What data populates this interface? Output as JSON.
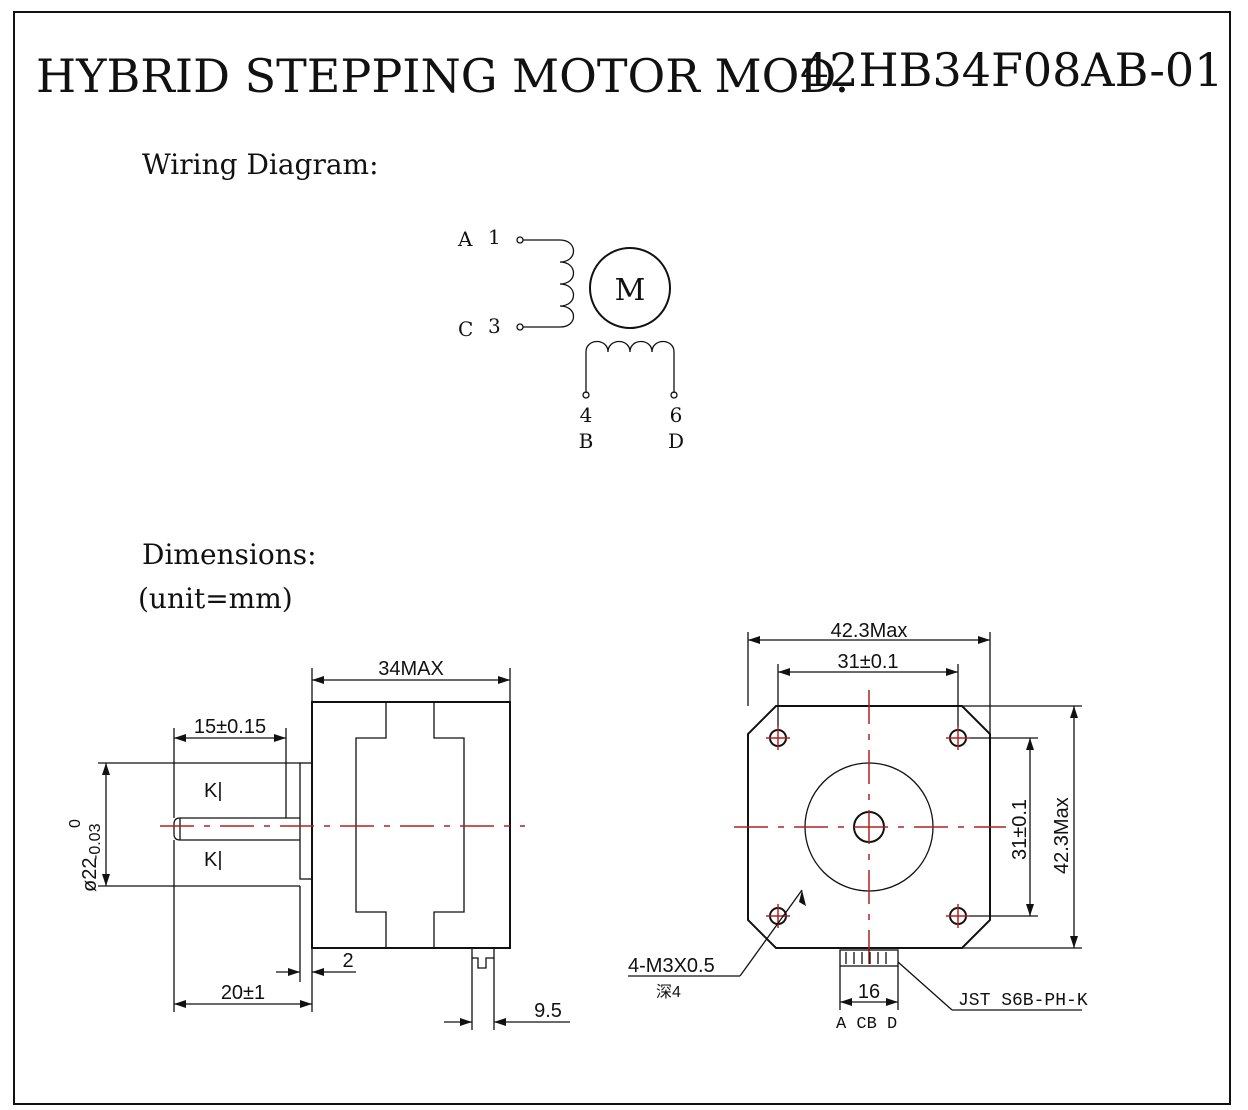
{
  "title": {
    "prefix": "HYBRID STEPPING MOTOR MOD.",
    "model": "42HB34F08AB-01"
  },
  "wiring": {
    "heading": "Wiring Diagram:",
    "motor_label": "M",
    "terminals": [
      {
        "letter": "A",
        "pin": "1"
      },
      {
        "letter": "C",
        "pin": "3"
      },
      {
        "letter": "B",
        "pin": "4"
      },
      {
        "letter": "D",
        "pin": "6"
      }
    ]
  },
  "dimensions": {
    "heading": "Dimensions:",
    "unit": "(unit=mm)",
    "side_view": {
      "body_length": "34MAX",
      "shaft_length": "15±0.15",
      "flat_marker": "K|",
      "boss_dia_main": "ø22",
      "boss_dia_tol_upper": "0",
      "boss_dia_tol_lower": "-0.03",
      "boss_height": "2",
      "shaft_total": "20±1",
      "connector": "9.5"
    },
    "front_view": {
      "width_max": "42.3Max",
      "hole_pitch": "31±0.1",
      "hole_pitch_v": "31±0.1",
      "height_max": "42.3Max",
      "screw_spec": "4-M3X0.5",
      "screw_depth": "深4",
      "connector_width": "16",
      "connector_model": "JST S6B-PH-K",
      "connector_pins": "A CB D"
    }
  }
}
